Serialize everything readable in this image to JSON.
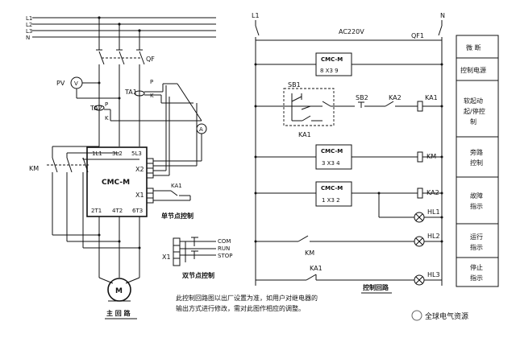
{
  "main_circuit": {
    "phases": [
      "L1",
      "L2",
      "L3",
      "N"
    ],
    "qf": "QF",
    "pv": "PV",
    "voltmeter": "V",
    "ta1": "TA1",
    "ta2": "TA2",
    "p_upper": "P",
    "k_upper": "K",
    "p_lower": "P",
    "k_lower": "K",
    "ammeter": "A",
    "km": "KM",
    "cmc_label": "CMC-M",
    "in_terms": [
      "1L1",
      "3L2",
      "5L3"
    ],
    "out_terms": [
      "2T1",
      "4T2",
      "6T3"
    ],
    "x2": "X2",
    "x1": "X1",
    "ka1": "KA1",
    "motor": "M",
    "caption": "主 回 路"
  },
  "single_point": {
    "caption": "单节点控制"
  },
  "dual_point": {
    "x1": "X1",
    "com": "COM",
    "run": "RUN",
    "stop": "STOP",
    "caption": "双节点控制"
  },
  "note": {
    "line1": "此控制回路图以出厂设置为准，如用户对继电器的",
    "line2": "输出方式进行修改，需对此图作相应的调整。"
  },
  "control_circuit": {
    "l1": "L1",
    "n": "N",
    "ac": "AC220V",
    "qf1": "QF1",
    "cmc_top": {
      "label": "CMC-M",
      "terms": "8  X3  9"
    },
    "sb1": "SB1",
    "sb2": "SB2",
    "ka2": "KA2",
    "ka1_coil": "KA1",
    "ka1_self": "KA1",
    "cmc_mid": {
      "label": "CMC-M",
      "terms": "3 X3 4"
    },
    "km": "KM",
    "cmc_bot": {
      "label": "CMC-M",
      "terms": "1 X3 2"
    },
    "ka2_coil": "KA2",
    "hl1": "HL1",
    "hl2": "HL2",
    "hl3": "HL3",
    "km_contact": "KM",
    "ka1_contact": "KA1",
    "caption": "控制回路"
  },
  "function_table": [
    {
      "label": "微 断"
    },
    {
      "label": "控制电源"
    },
    {
      "label": "软起动\n起/停控\n制"
    },
    {
      "label": "旁路\n控制"
    },
    {
      "label": "故障\n指示"
    },
    {
      "label": "运行\n指示"
    },
    {
      "label": "停止\n指示"
    }
  ],
  "watermark": "全球电气资源"
}
